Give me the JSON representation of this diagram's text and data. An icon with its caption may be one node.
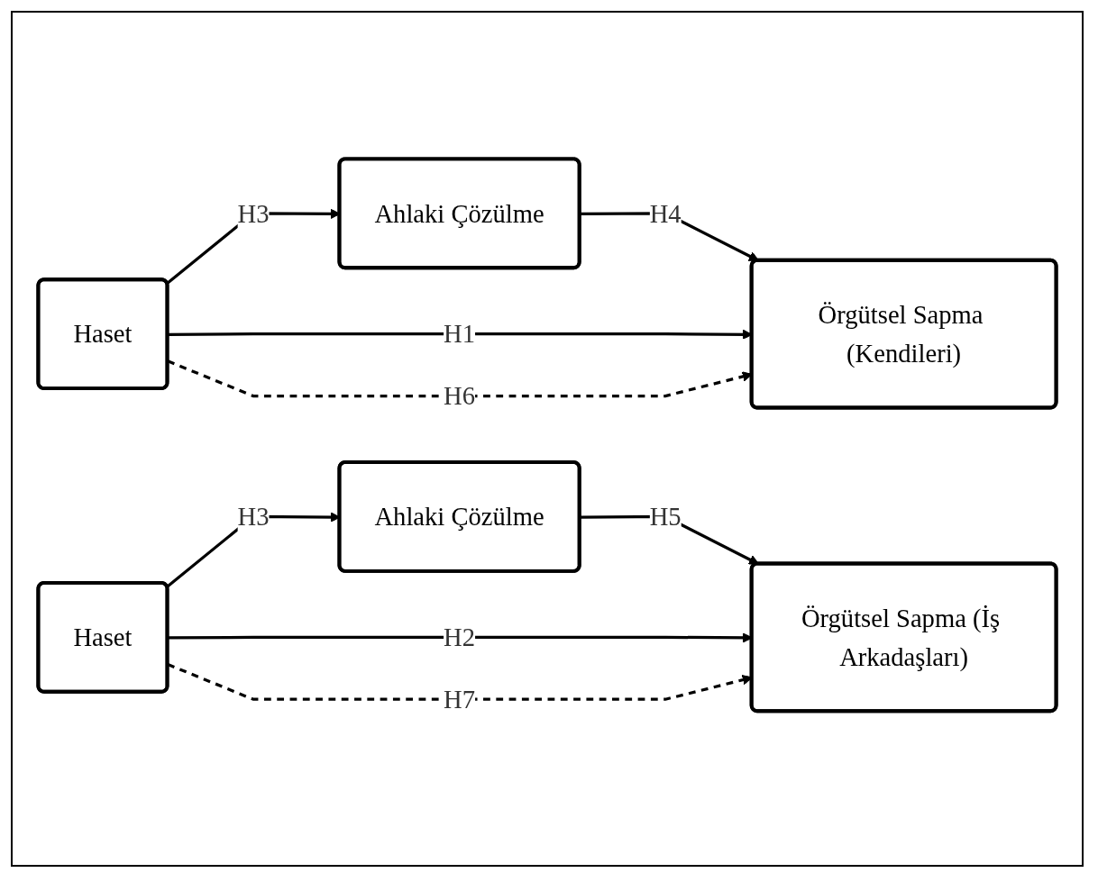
{
  "diagram": {
    "nodes": [
      {
        "text": [
          "Ahlaki Çözülme"
        ]
      },
      {
        "text": [
          "Haset"
        ]
      },
      {
        "text": [
          "Örgütsel Sapma (Kendileri)"
        ]
      },
      {
        "text": [
          "Ahlaki Çözülme"
        ]
      },
      {
        "text": [
          "Haset"
        ]
      },
      {
        "text": [
          "Örgütsel Sapma (İş Arkadaşları)"
        ]
      }
    ],
    "edges": [
      {
        "from": 1,
        "to": 0,
        "arrow": "to",
        "label": "H3"
      },
      {
        "from": 0,
        "to": 2,
        "arrow": "to",
        "label": "H4"
      },
      {
        "from": 1,
        "to": 2,
        "arrow": "to",
        "label": "H1"
      },
      {
        "from": 1,
        "to": 2,
        "arrow": "to",
        "label": "H6",
        "style": "dashed"
      },
      {
        "from": 4,
        "to": 3,
        "arrow": "to",
        "label": "H3"
      },
      {
        "from": 3,
        "to": 5,
        "arrow": "to",
        "label": "H5"
      },
      {
        "from": 4,
        "to": 5,
        "arrow": "to",
        "label": "H2"
      },
      {
        "from": 4,
        "to": 5,
        "arrow": "to",
        "label": "H7",
        "style": "dashed"
      }
    ]
  }
}
